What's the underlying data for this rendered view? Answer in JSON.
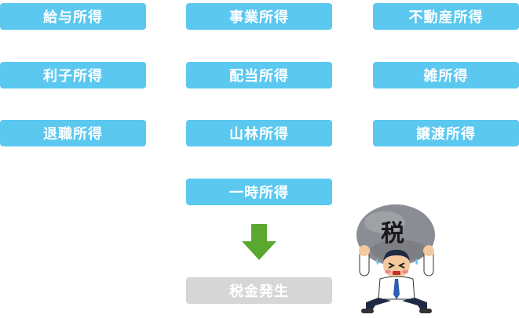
{
  "colors": {
    "box": "#5bc8f0",
    "result": "#d6d6d6",
    "arrow": "#5aa830"
  },
  "income_types": [
    "給与所得",
    "事業所得",
    "不動産所得",
    "利子所得",
    "配当所得",
    "雑所得",
    "退職所得",
    "山林所得",
    "譲渡所得",
    "一時所得"
  ],
  "result_label": "税金発生",
  "stone_label": "税",
  "arrow_icon": "down-arrow-icon",
  "illustration_icon": "man-lifting-tax-stone-icon"
}
